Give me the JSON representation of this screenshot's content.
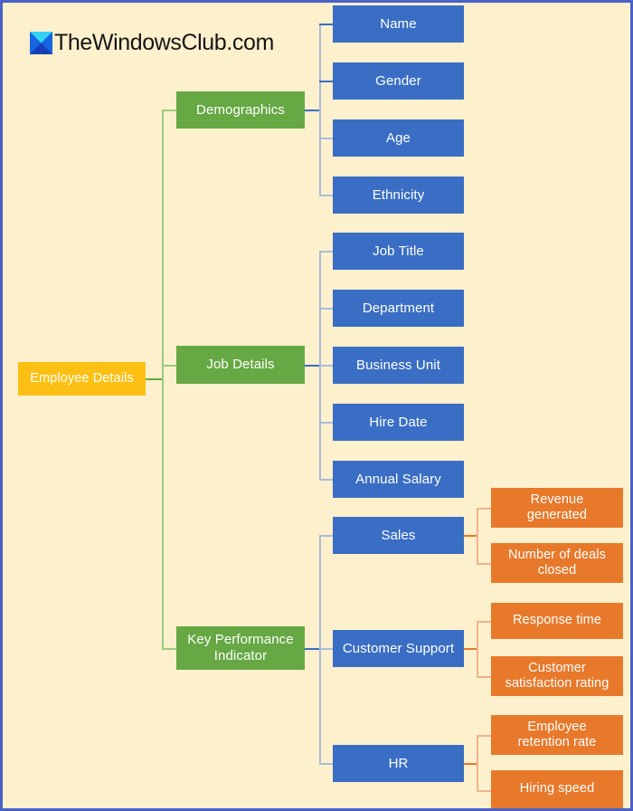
{
  "watermark": {
    "text": "TheWindowsClub.com",
    "logo_name": "thewindowsclub-logo-icon"
  },
  "colors": {
    "background": "#fdf0cd",
    "border": "#4a62c8",
    "root_node": "#fbc013",
    "level1_node": "#66a843",
    "level2_node": "#3a6ec4",
    "level3_node": "#e8792b",
    "connector_green": "#9ccb7e",
    "connector_blue": "#a9bcdc",
    "connector_orange": "#f3b489",
    "node_text": "#ffffff"
  },
  "diagram": {
    "type": "mind-map",
    "root": {
      "label": "Employee Details",
      "level": 0
    },
    "branches": [
      {
        "label": "Demographics",
        "level": 1,
        "children": [
          {
            "label": "Name",
            "level": 2,
            "children": []
          },
          {
            "label": "Gender",
            "level": 2,
            "children": []
          },
          {
            "label": "Age",
            "level": 2,
            "children": []
          },
          {
            "label": "Ethnicity",
            "level": 2,
            "children": []
          }
        ]
      },
      {
        "label": "Job Details",
        "level": 1,
        "children": [
          {
            "label": "Job Title",
            "level": 2,
            "children": []
          },
          {
            "label": "Department",
            "level": 2,
            "children": []
          },
          {
            "label": "Business Unit",
            "level": 2,
            "children": []
          },
          {
            "label": "Hire Date",
            "level": 2,
            "children": []
          },
          {
            "label": "Annual Salary",
            "level": 2,
            "children": []
          }
        ]
      },
      {
        "label": "Key Performance\nIndicator",
        "level": 1,
        "children": [
          {
            "label": "Sales",
            "level": 2,
            "children": [
              {
                "label": "Revenue\ngenerated",
                "level": 3
              },
              {
                "label": "Number of deals\nclosed",
                "level": 3
              }
            ]
          },
          {
            "label": "Customer Support",
            "level": 2,
            "children": [
              {
                "label": "Response time",
                "level": 3
              },
              {
                "label": "Customer\nsatisfaction rating",
                "level": 3
              }
            ]
          },
          {
            "label": "HR",
            "level": 2,
            "children": [
              {
                "label": "Employee\nretention rate",
                "level": 3
              },
              {
                "label": "Hiring speed",
                "level": 3
              }
            ]
          }
        ]
      }
    ]
  },
  "nodes": {
    "root": "Employee Details",
    "demographics": "Demographics",
    "job_details": "Job Details",
    "kpi": "Key Performance\nIndicator",
    "name": "Name",
    "gender": "Gender",
    "age": "Age",
    "ethnicity": "Ethnicity",
    "job_title": "Job Title",
    "department": "Department",
    "business_unit": "Business Unit",
    "hire_date": "Hire Date",
    "annual_salary": "Annual Salary",
    "sales": "Sales",
    "customer_support": "Customer Support",
    "hr": "HR",
    "revenue_generated": "Revenue\ngenerated",
    "deals_closed": "Number of deals\nclosed",
    "response_time": "Response time",
    "satisfaction_rating": "Customer\nsatisfaction rating",
    "retention_rate": "Employee\nretention rate",
    "hiring_speed": "Hiring speed"
  }
}
